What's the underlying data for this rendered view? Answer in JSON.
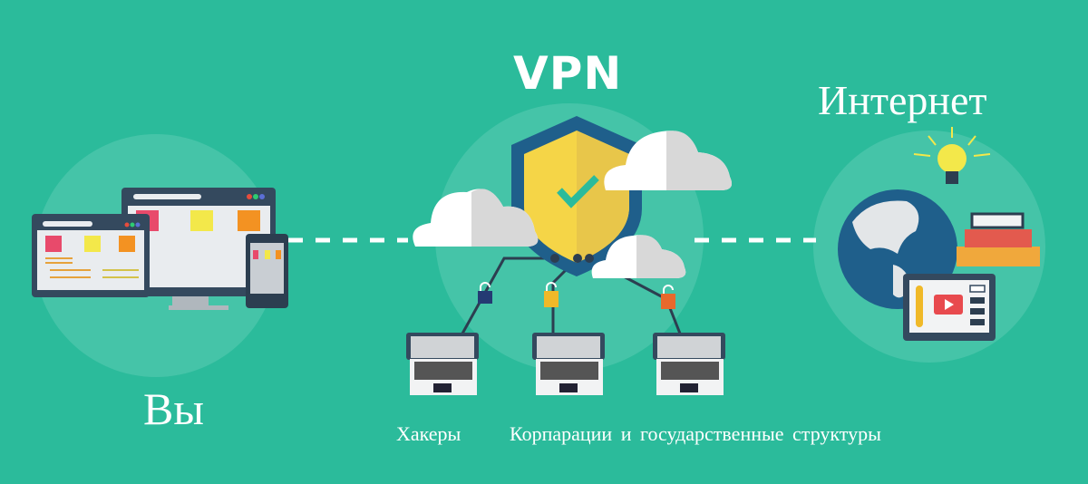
{
  "diagram": {
    "title": "VPN",
    "nodes": {
      "you": {
        "label": "Вы",
        "icon": "devices-icon"
      },
      "vpn": {
        "label": "VPN",
        "icon": "shield-check-icon"
      },
      "internet": {
        "label": "Интернет",
        "icon": "globe-icon"
      }
    },
    "threats": {
      "hackers": "Хакеры",
      "corporations": "Корпарации и государственные структуры"
    },
    "colors": {
      "background": "#2bbb9b",
      "circle": "#4fc7ac",
      "shield_outer": "#1f5f8b",
      "shield_inner": "#f5d547",
      "check": "#2bbb9b",
      "dark": "#34495e",
      "lock_blue": "#243a73",
      "lock_yellow": "#f0b928",
      "lock_orange": "#e8692c"
    }
  }
}
